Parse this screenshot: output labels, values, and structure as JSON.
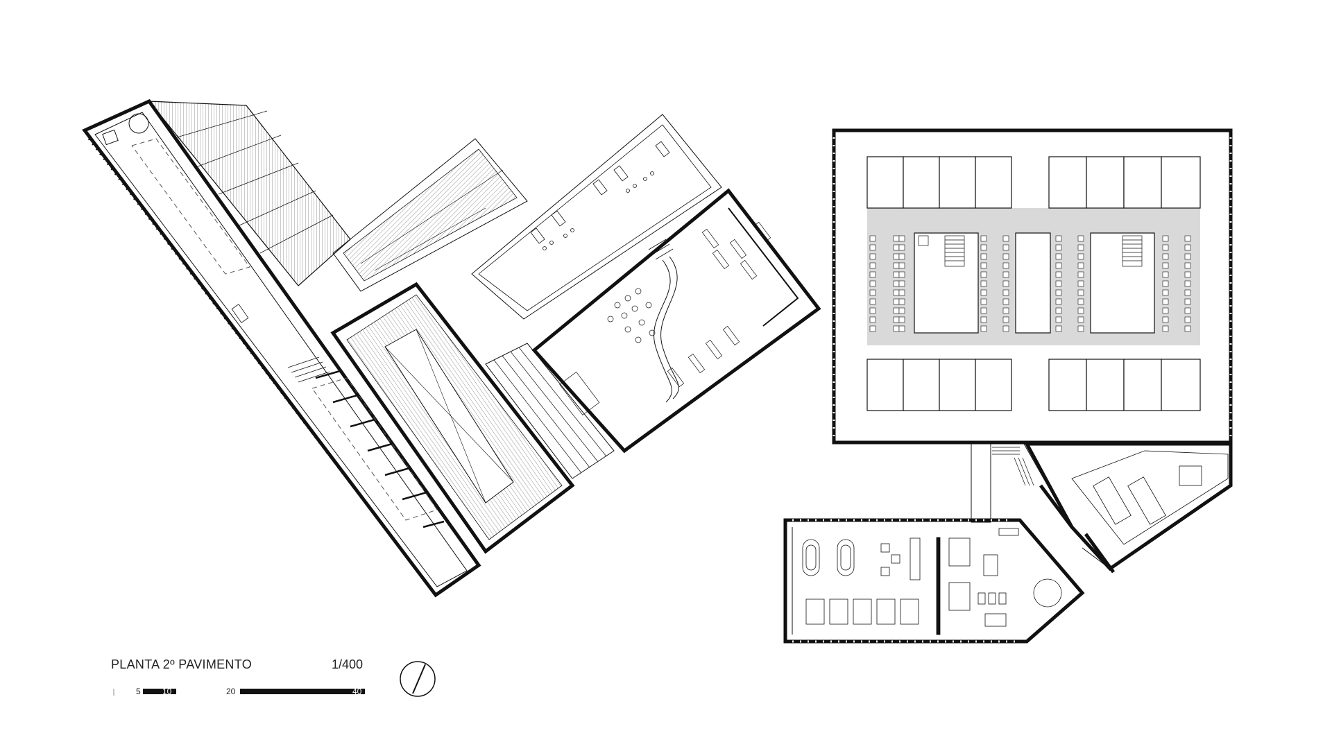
{
  "title": "PLANTA 2º PAVIMENTO",
  "scale": "1/400",
  "scale_bar": {
    "labels": [
      "5",
      "10",
      "20",
      "40"
    ]
  },
  "icons": {
    "north_arrow": "north-arrow-icon"
  },
  "colors": {
    "line": "#111111",
    "hatch": "#8a8a8a",
    "circulation_fill": "#d9d9d9",
    "background": "#ffffff"
  }
}
